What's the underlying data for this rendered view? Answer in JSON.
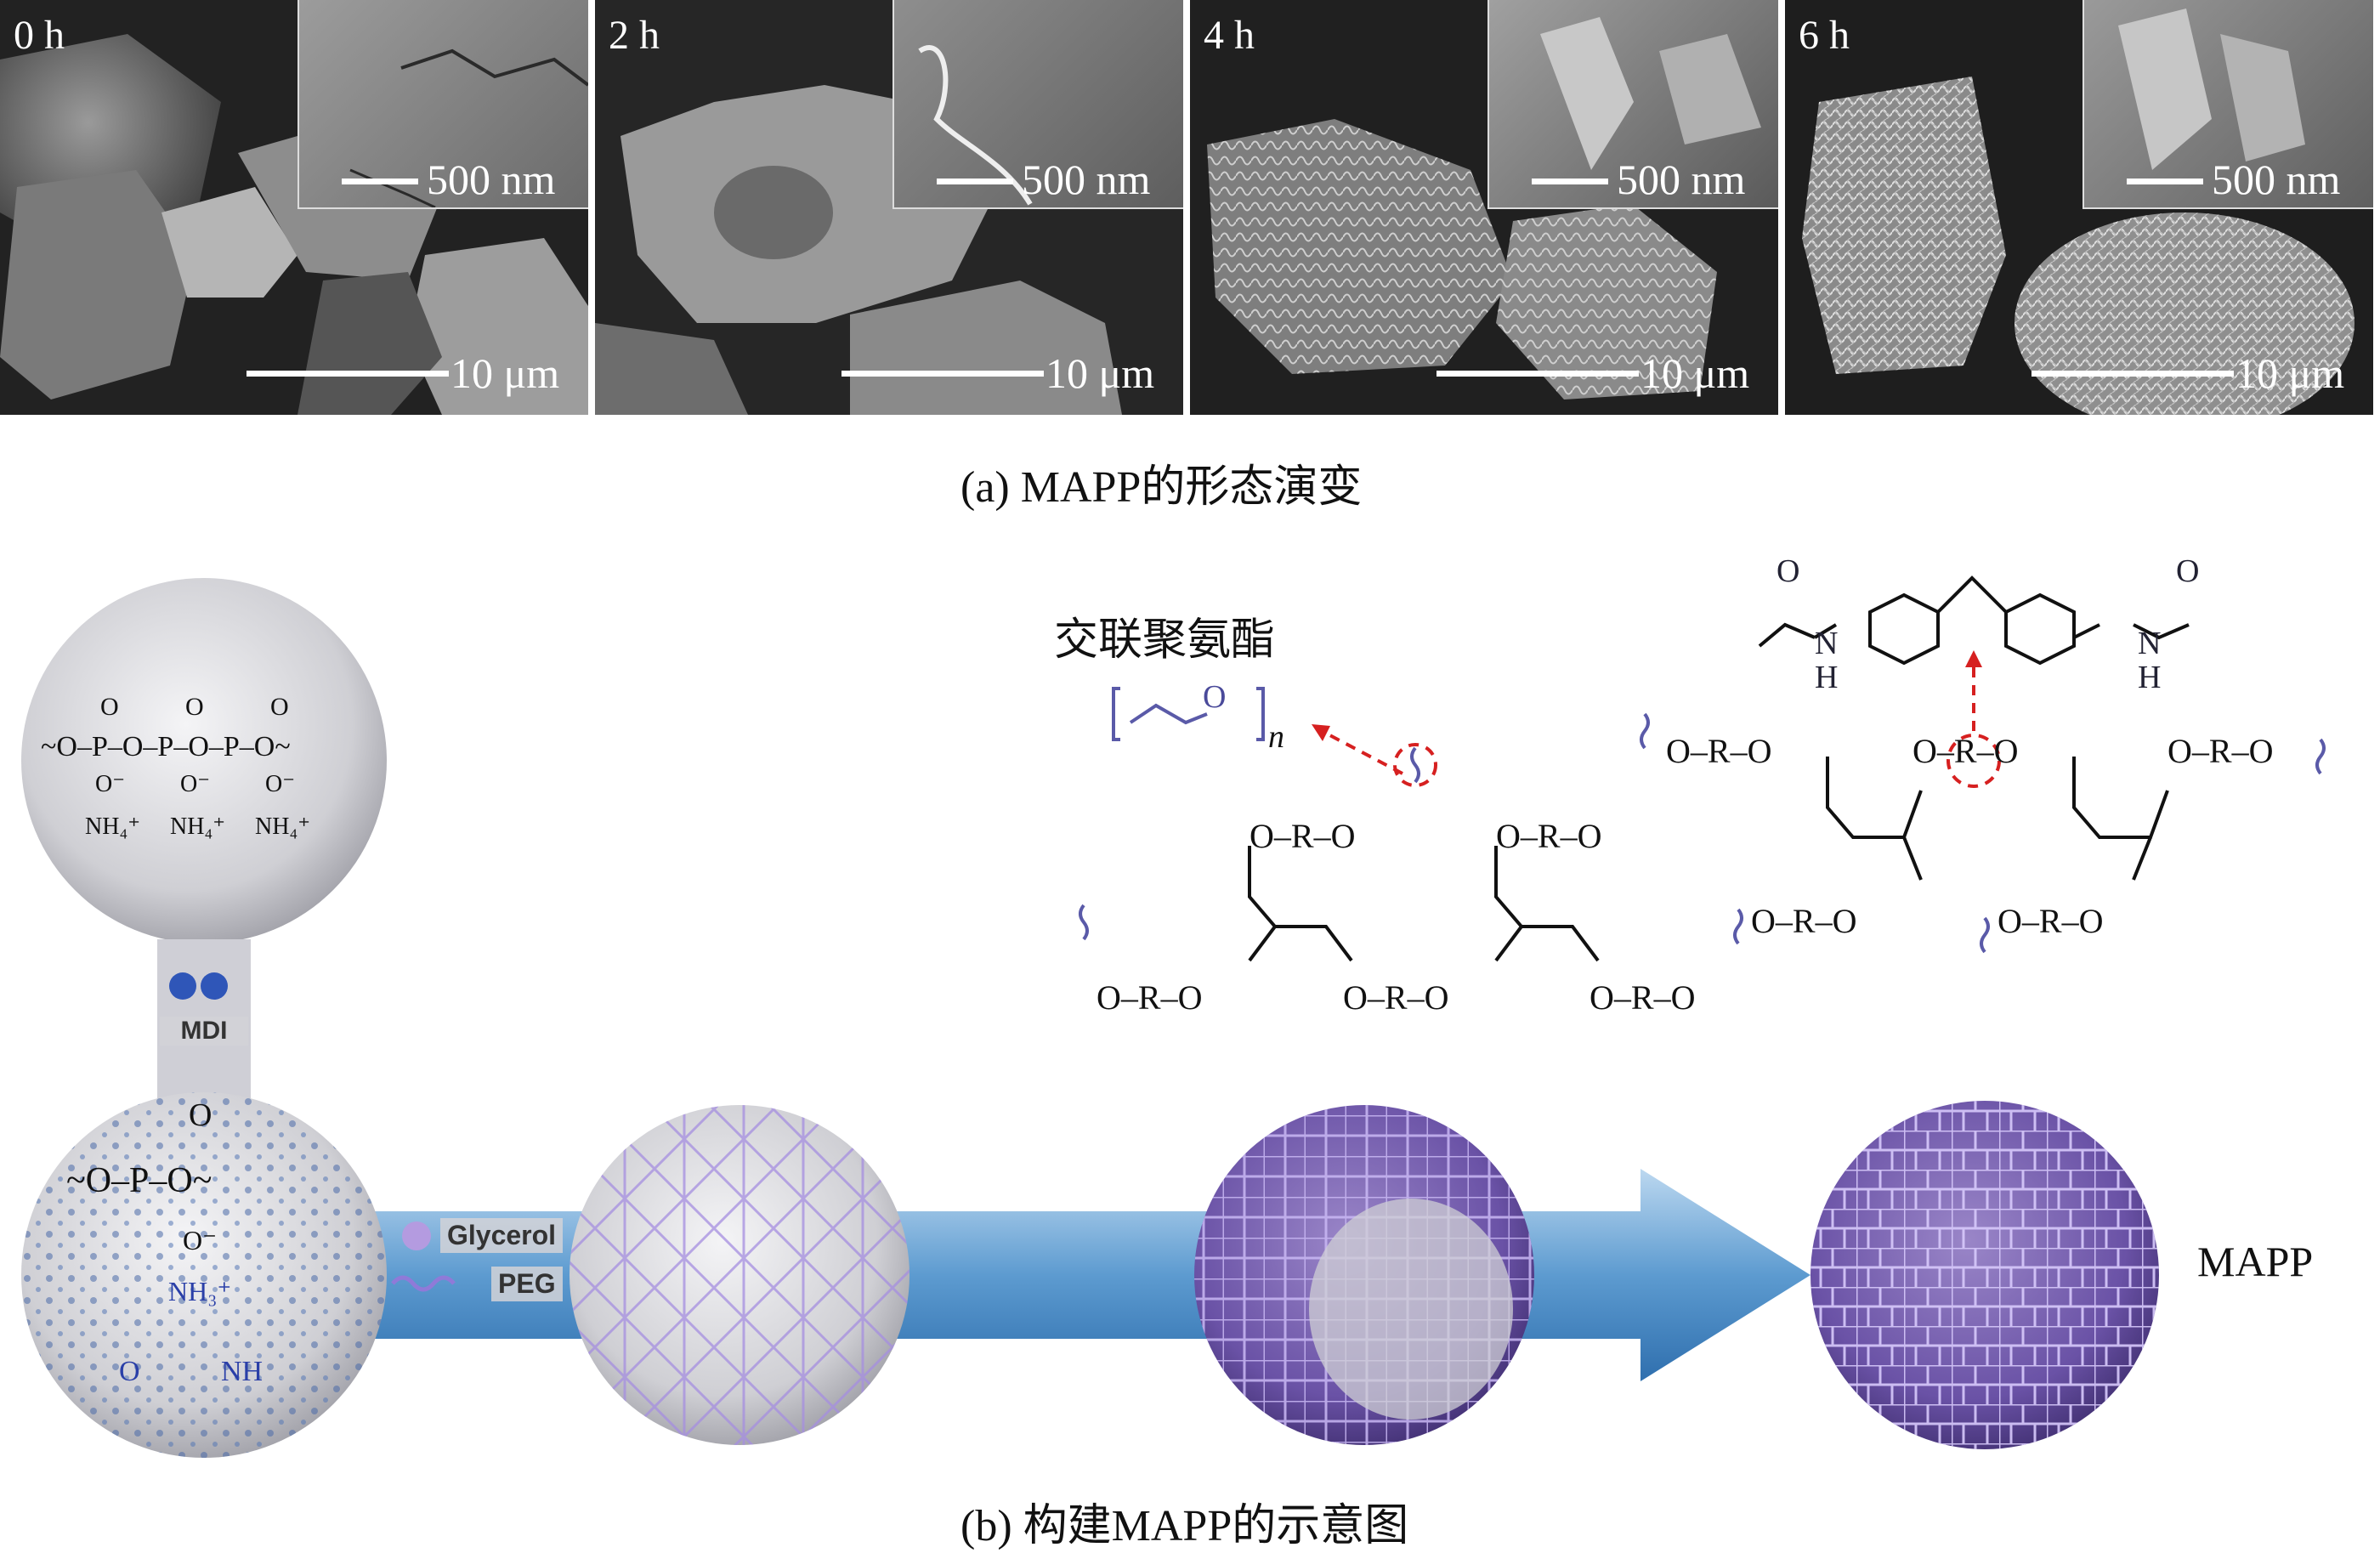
{
  "panel_a": {
    "caption": "(a) MAPP的形态演变",
    "images": [
      {
        "time": "0 h",
        "inset_scale": "500 nm",
        "main_scale": "10 μm"
      },
      {
        "time": "2 h",
        "inset_scale": "500 nm",
        "main_scale": "10 μm"
      },
      {
        "time": "4 h",
        "inset_scale": "500 nm",
        "main_scale": "10 μm"
      },
      {
        "time": "6 h",
        "inset_scale": "500 nm",
        "main_scale": "10 μm"
      }
    ]
  },
  "panel_b": {
    "caption": "(b) 构建MAPP的示意图",
    "app_sphere": {
      "chain": "~O–P–O–P–O–P–O~",
      "oxo": "O",
      "oxide": "O⁻",
      "ammonium": "NH₄⁺"
    },
    "mdi_label": "MDI",
    "modified_sphere": {
      "top": "O",
      "chain": "~O–P–O~",
      "bottom": "O⁻",
      "ammonium": "NH₃⁺",
      "urea_o": "O",
      "urea_nh": "NH"
    },
    "legend": {
      "glycerol": "Glycerol",
      "peg": "PEG"
    },
    "pu_title": "交联聚氨酯",
    "peg_unit": "O",
    "peg_n": "n",
    "network_group": "O–R–O",
    "mdi_structure": {
      "o": "O",
      "n": "N",
      "h": "H"
    },
    "final_label": "MAPP"
  }
}
